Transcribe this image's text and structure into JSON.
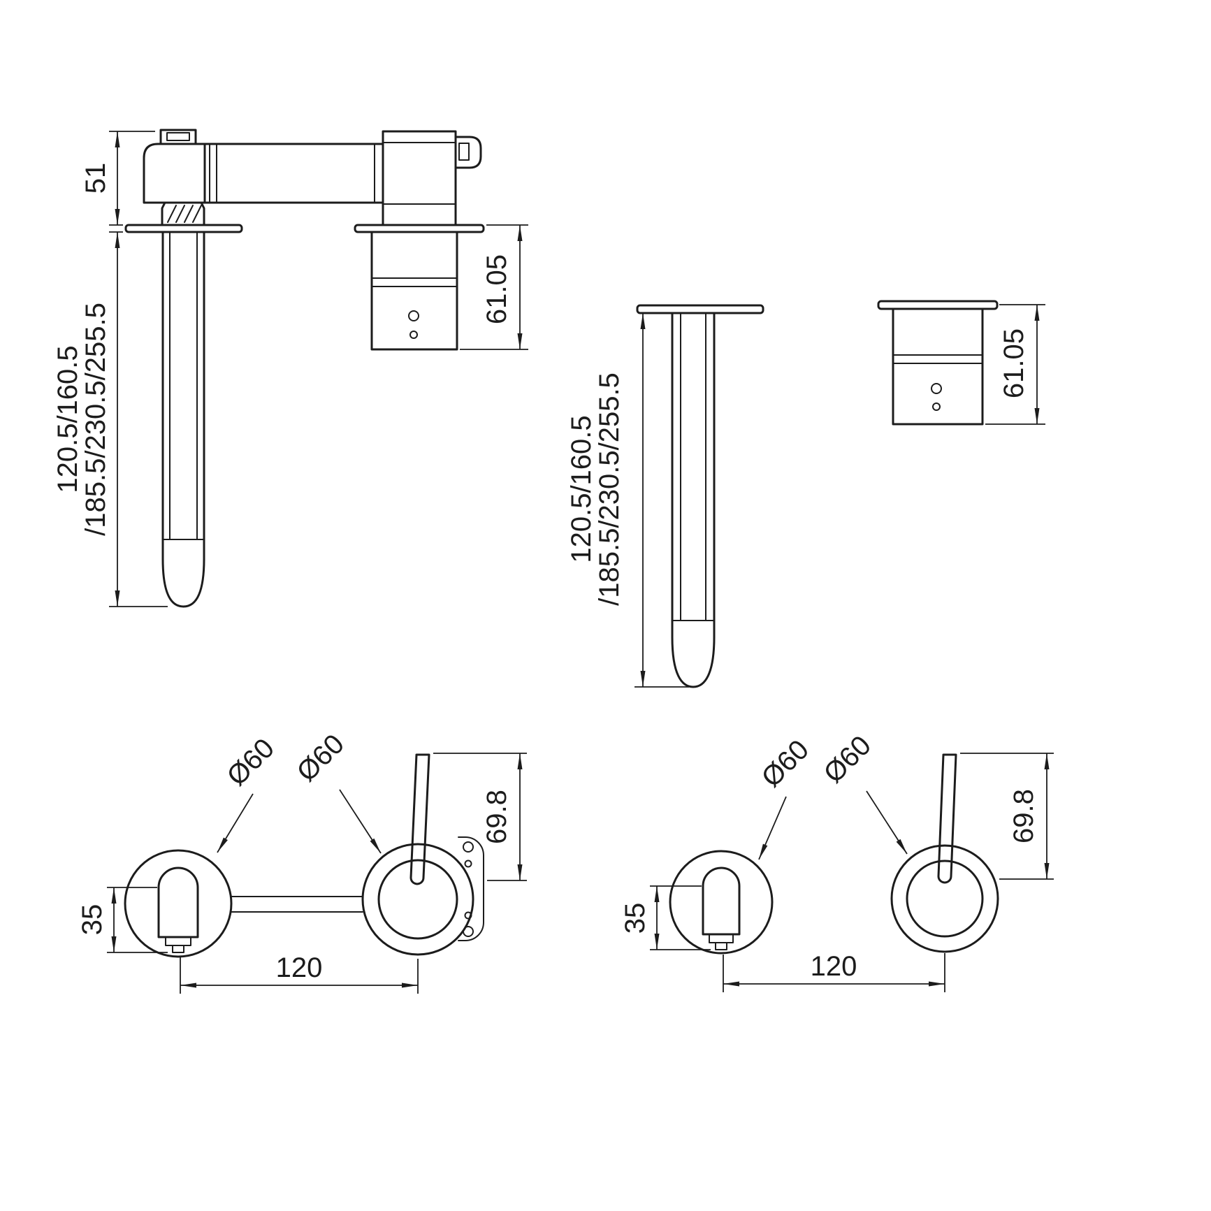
{
  "drawing": {
    "side_assembled": {
      "projection_height": "51",
      "spout_lengths_1": "120.5/160.5",
      "spout_lengths_2": "/185.5/230.5/255.5",
      "valve_depth": "61.05"
    },
    "side_parts": {
      "spout_lengths_1": "120.5/160.5",
      "spout_lengths_2": "/185.5/230.5/255.5",
      "valve_depth": "61.05"
    },
    "front_assembled": {
      "spout_flange_dia": "Ø60",
      "handle_flange_dia": "Ø60",
      "handle_height": "69.8",
      "spout_drop": "35",
      "center_distance": "120"
    },
    "front_parts": {
      "spout_flange_dia": "Ø60",
      "handle_flange_dia": "Ø60",
      "handle_height": "69.8",
      "spout_drop": "35",
      "center_distance": "120"
    }
  },
  "colors": {
    "line": "#1c1c1c",
    "background": "#ffffff"
  }
}
